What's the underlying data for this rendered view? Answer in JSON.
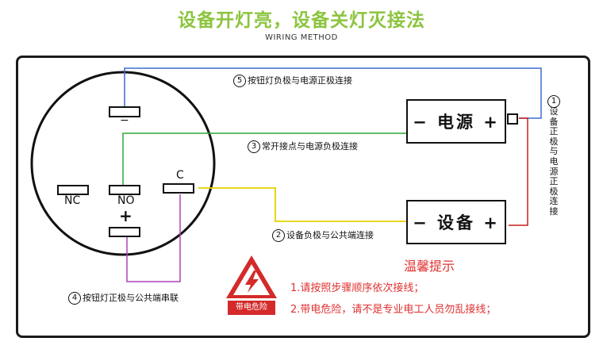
{
  "header": {
    "title": "设备开灯亮，设备关灯灭接法",
    "subtitle": "WIRING METHOD"
  },
  "switch": {
    "nc": "NC",
    "no": "NO",
    "c": "C",
    "minus": "−",
    "plus": "+"
  },
  "power_box": {
    "label": "− 电源 +"
  },
  "device_box": {
    "label": "− 设备 +"
  },
  "steps": {
    "step1": {
      "num": "1",
      "text": "设备正极与电源正极连接"
    },
    "step2": {
      "num": "2",
      "text": "设备负极与公共端连接"
    },
    "step3": {
      "num": "3",
      "text": "常开接点与电源负极连接"
    },
    "step4": {
      "num": "4",
      "text": "按钮灯正极与公共端串联"
    },
    "step5": {
      "num": "5",
      "text": "按钮灯负极与电源正极连接"
    }
  },
  "tips": {
    "title": "温馨提示",
    "items": [
      "1.请按照步骤顺序依次接线；",
      "2.带电危险，请不是专业电工人员勿乱接线；"
    ]
  },
  "warning": {
    "label": "带电危险",
    "icon": "high-voltage-warning-icon"
  },
  "colors": {
    "title": "#8cc43f",
    "wire_blue": "#3a6fd0",
    "wire_green": "#2fa83a",
    "wire_yellow": "#e6d000",
    "wire_red": "#c81e1e",
    "wire_purple": "#b040b8",
    "tips": "#e03030"
  }
}
